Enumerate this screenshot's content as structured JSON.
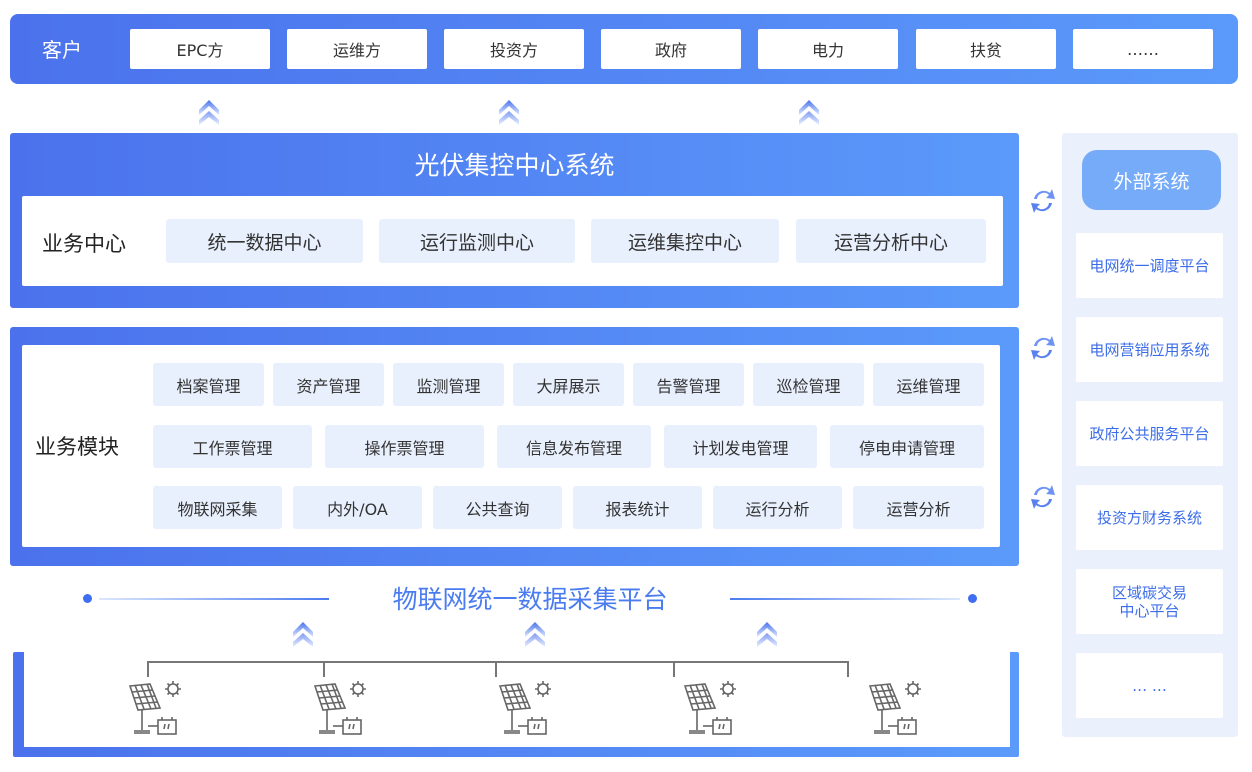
{
  "customers": {
    "label": "客户",
    "items": [
      "EPC方",
      "运维方",
      "投资方",
      "政府",
      "电力",
      "扶贫",
      "……"
    ]
  },
  "system": {
    "title": "光伏集控中心系统",
    "business_center": {
      "label": "业务中心",
      "items": [
        "统一数据中心",
        "运行监测中心",
        "运维集控中心",
        "运营分析中心"
      ]
    },
    "business_modules": {
      "label": "业务模块",
      "rows": [
        [
          "档案管理",
          "资产管理",
          "监测管理",
          "大屏展示",
          "告警管理",
          "巡检管理",
          "运维管理"
        ],
        [
          "工作票管理",
          "操作票管理",
          "信息发布管理",
          "计划发电管理",
          "停电申请管理"
        ],
        [
          "物联网采集",
          "内外/OA",
          "公共查询",
          "报表统计",
          "运行分析",
          "运营分析"
        ]
      ]
    }
  },
  "iot_platform": {
    "title": "物联网统一数据采集平台"
  },
  "external": {
    "title": "外部系统",
    "items": [
      "电网统一调度平台",
      "电网营销应用系统",
      "政府公共服务平台",
      "投资方财务系统",
      "区域碳交易\n中心平台",
      "… …"
    ]
  },
  "colors": {
    "primary": "#4b72ec",
    "accent": "#5b9afb",
    "light": "#e9f0fd",
    "text_blue": "#3c6de8"
  }
}
